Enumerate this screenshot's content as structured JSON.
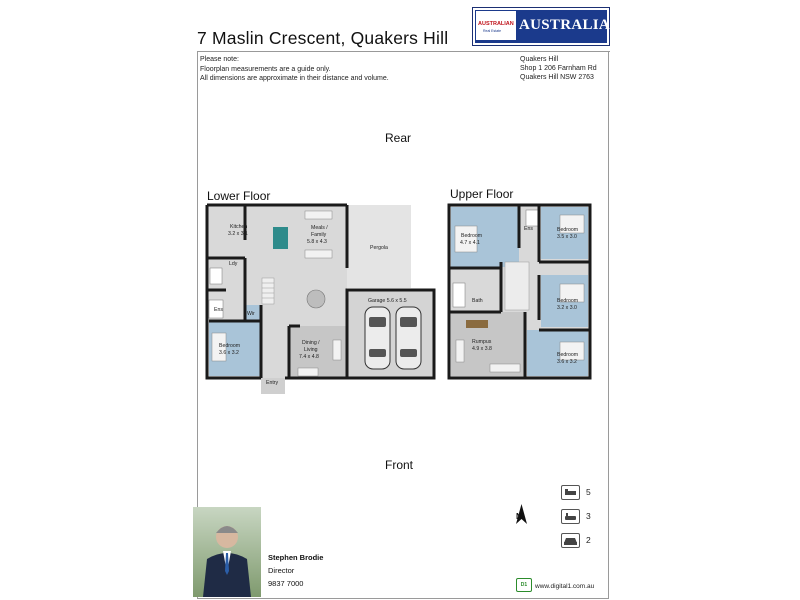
{
  "title": "7 Maslin Crescent, Quakers Hill",
  "brand": {
    "name": "Australian",
    "badge_text": "AUSTRALIAN",
    "badge_sub": "Real Estate"
  },
  "notes": {
    "line1": "Please note:",
    "line2": "Floorplan measurements are a guide only.",
    "line3": "All dimensions are approximate in their distance and volume."
  },
  "office": {
    "line1": "Quakers Hill",
    "line2": "Shop 1 206 Farnham Rd",
    "line3": "Quakers Hill NSW 2763"
  },
  "orientation": {
    "rear": "Rear",
    "front": "Front",
    "north": "N"
  },
  "floors": {
    "lower": {
      "label": "Lower Floor",
      "rooms": {
        "kitchen": "Kitchen",
        "kitchen_dim": "3.2 x 3.1",
        "meals": "Meals /",
        "meals2": "Family",
        "meals_dim": "5.8 x 4.3",
        "pergola": "Pergola",
        "ldy": "Ldy",
        "garage": "Garage 5.6 x 5.5",
        "ens": "Ens",
        "wir": "Wir",
        "bedroom": "Bedroom",
        "bedroom_dim": "3.6 x 3.2",
        "dining": "Dining /",
        "dining2": "Living",
        "dining_dim": "7.4 x 4.8",
        "entry": "Entry"
      }
    },
    "upper": {
      "label": "Upper Floor",
      "rooms": {
        "bed1": "Bedroom",
        "bed1_dim": "4.7 x 4.1",
        "ens": "Ens",
        "bed2": "Bedroom",
        "bed2_dim": "3.5 x 3.0",
        "bath": "Bath",
        "bed3": "Bedroom",
        "bed3_dim": "3.2 x 3.0",
        "rumpus": "Rumpus",
        "rumpus_dim": "4.9 x 3.8",
        "bed4": "Bedroom",
        "bed4_dim": "3.6 x 3.2"
      }
    }
  },
  "features": {
    "bedrooms": "5",
    "bathrooms": "3",
    "garage": "2",
    "icons": [
      "bed-icon",
      "bath-icon",
      "car-icon"
    ]
  },
  "agent": {
    "name": "Stephen Brodie",
    "role": "Director",
    "phone": "9837 7000"
  },
  "footer": {
    "logo": "D1",
    "url": "www.digital1.com.au"
  },
  "colors": {
    "wall": "#1a1a1a",
    "bedroom_fill": "#a9c4d8",
    "floor_fill": "#d9d9d9",
    "brand_blue": "#1b3a8c"
  }
}
